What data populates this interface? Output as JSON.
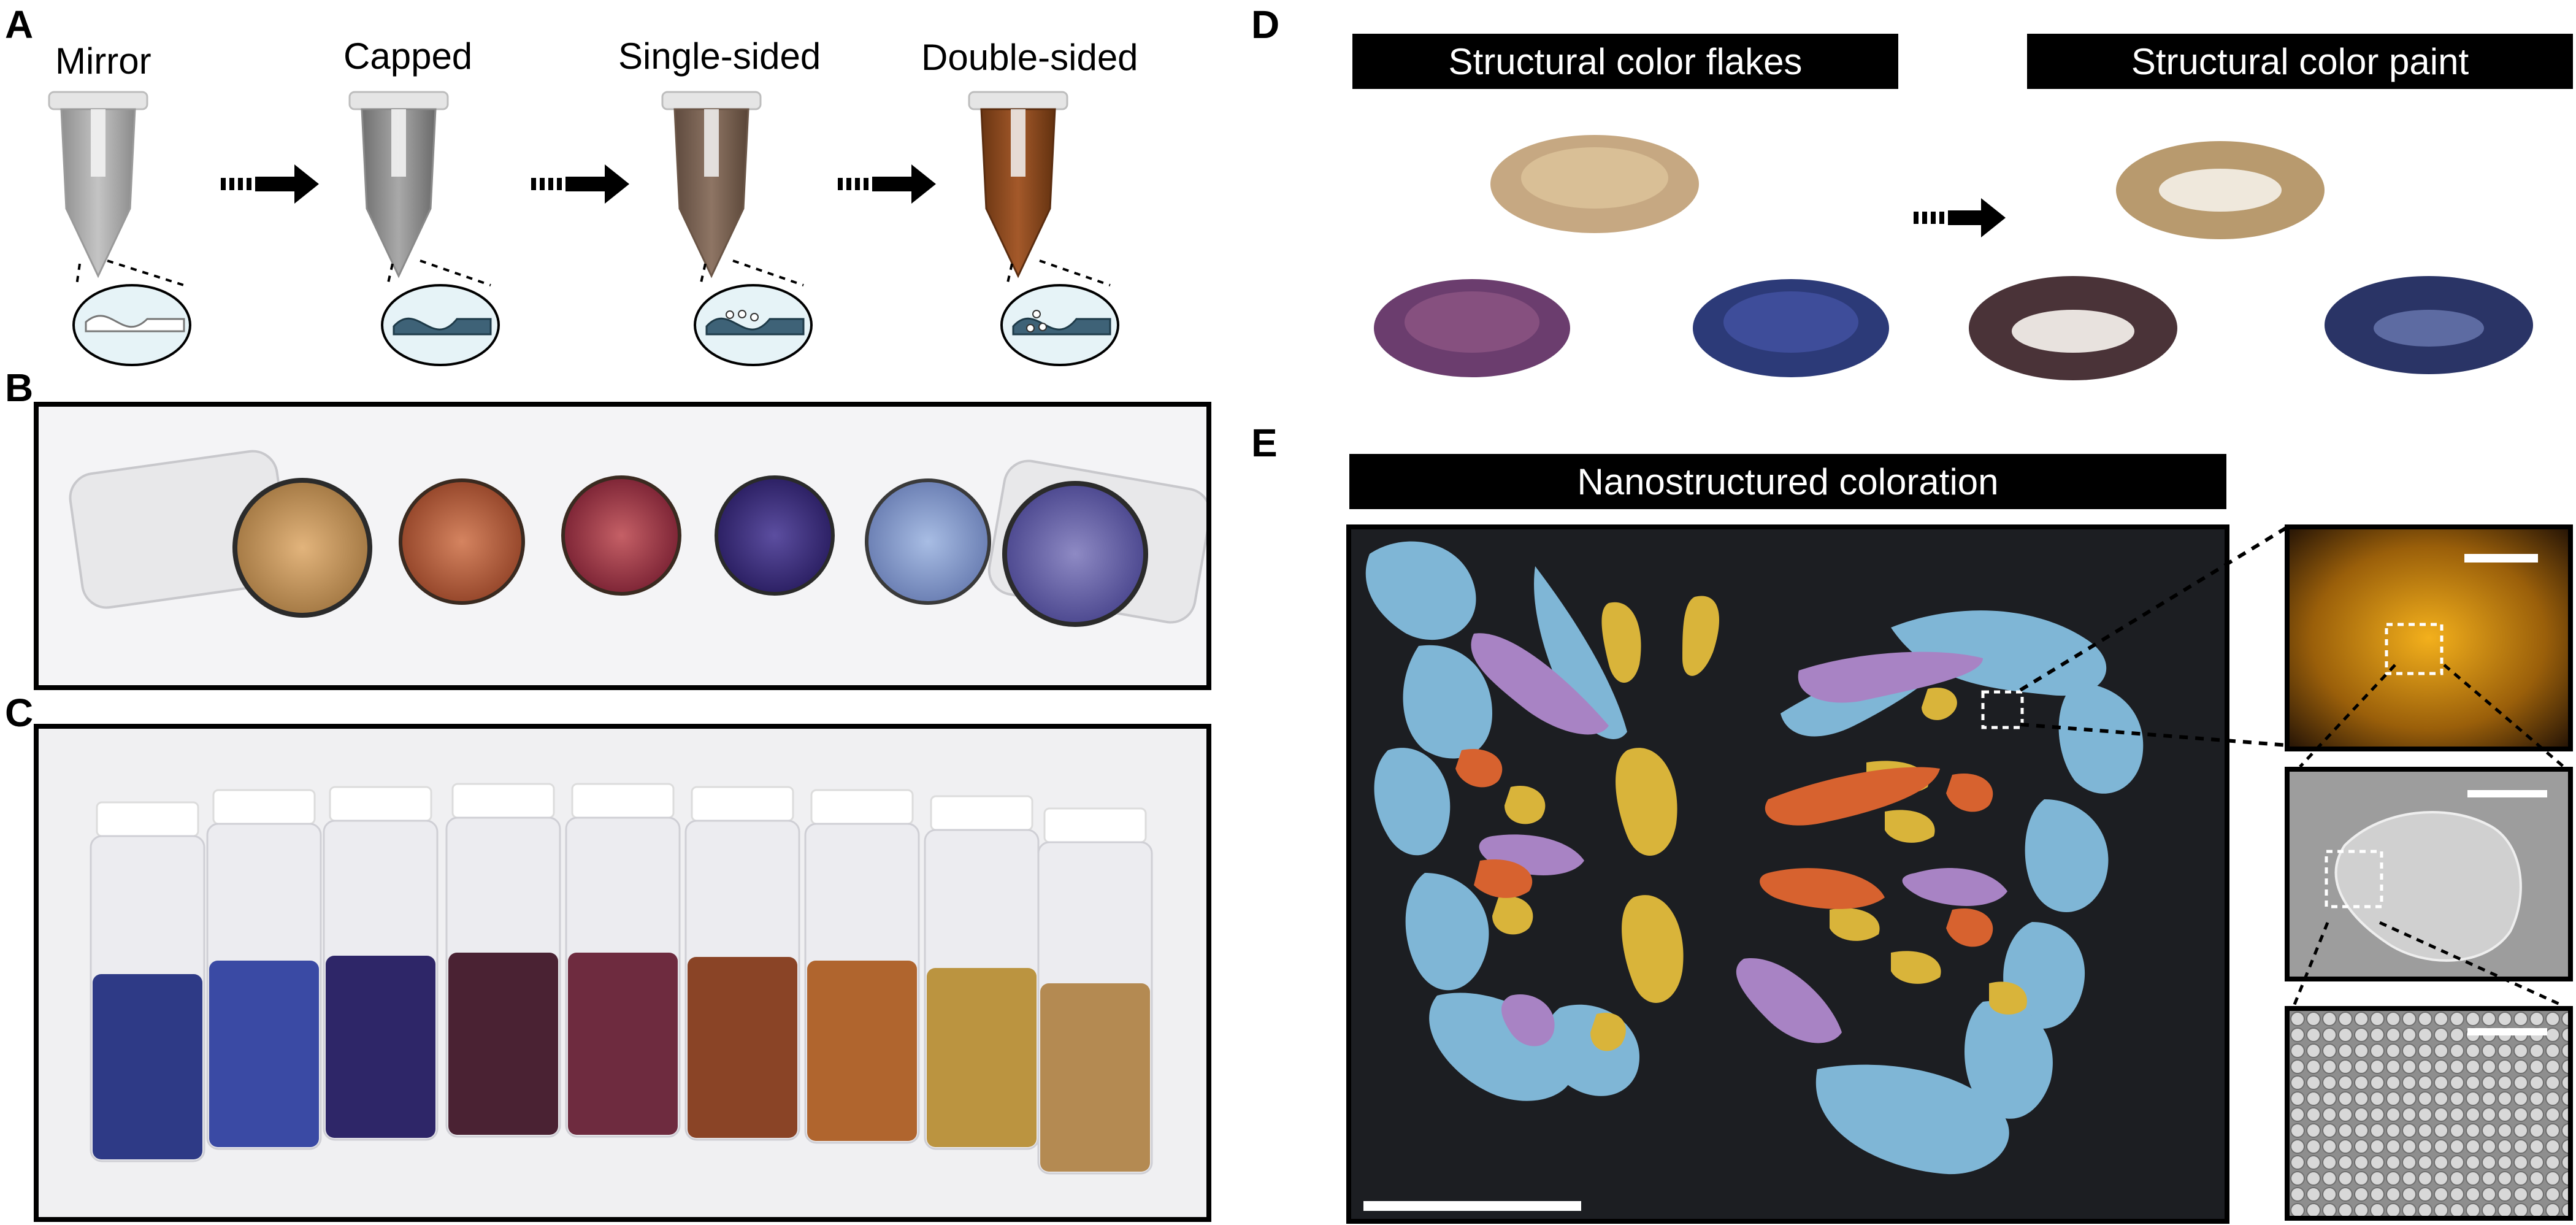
{
  "panels": {
    "a": {
      "letter": "A",
      "labels": [
        "Mirror",
        "Capped",
        "Single-sided",
        "Double-sided"
      ]
    },
    "b": {
      "letter": "B"
    },
    "c": {
      "letter": "C"
    },
    "d": {
      "letter": "D",
      "left_title": "Structural color flakes",
      "right_title": "Structural color paint"
    },
    "e": {
      "letter": "E",
      "title": "Nanostructured coloration"
    }
  },
  "colors": {
    "banner_bg": "#000000",
    "banner_text": "#ffffff",
    "butterfly_blue": "#7fb6d6",
    "butterfly_purple": "#a883c4",
    "butterfly_gold": "#d9b43a",
    "butterfly_orange": "#d7622f"
  }
}
